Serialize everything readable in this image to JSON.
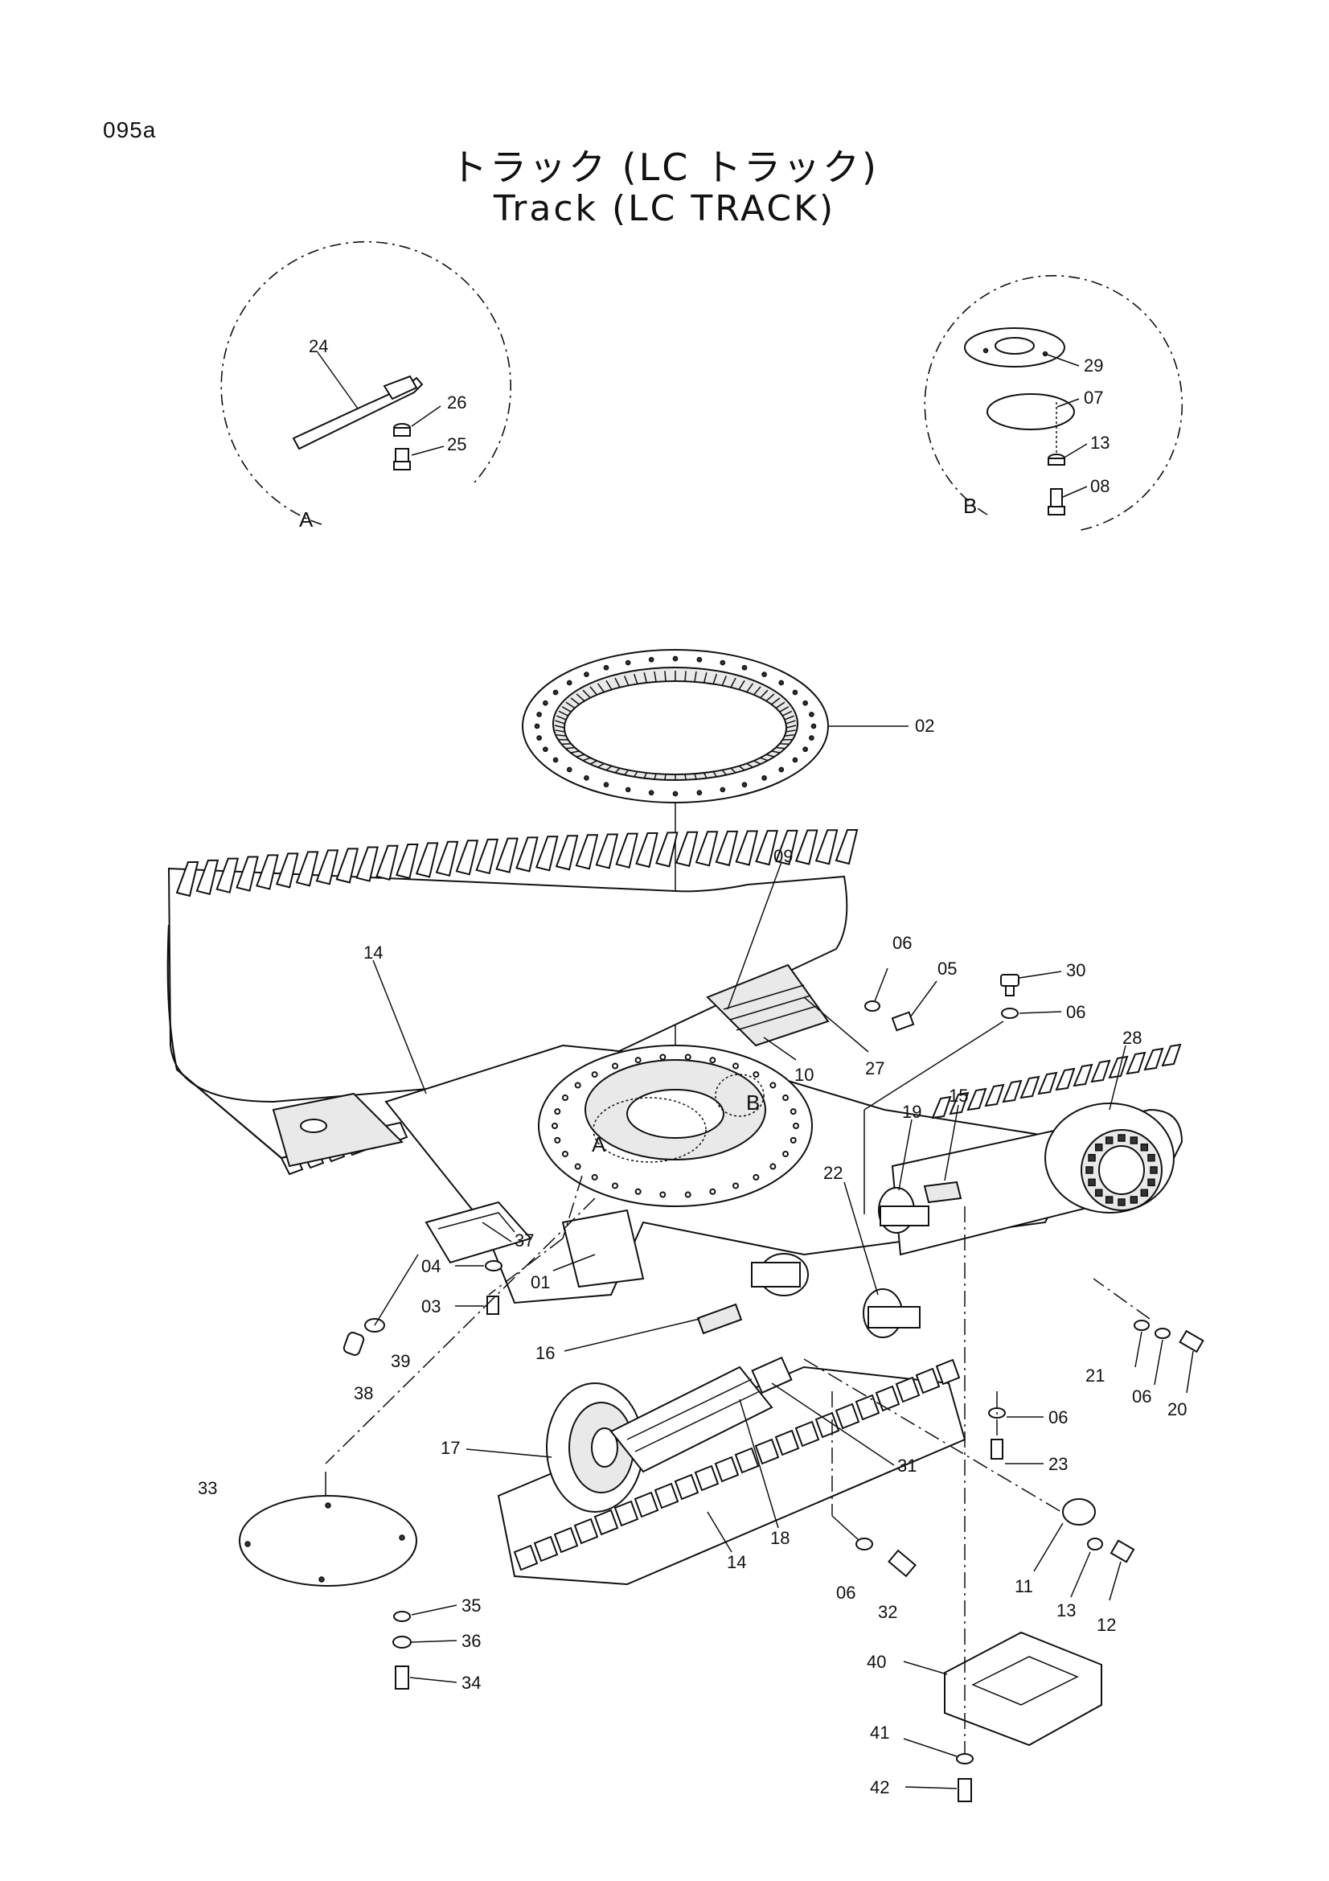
{
  "header": {
    "page_code": "095a",
    "title_jp": "トラック (LC トラック)",
    "title_en": "Track (LC TRACK)"
  },
  "detail_a": {
    "letter": "A",
    "parts": [
      "24",
      "26",
      "25"
    ]
  },
  "detail_b": {
    "letter": "B",
    "parts": [
      "29",
      "07",
      "13",
      "08"
    ]
  },
  "main": {
    "labels": {
      "p02": "02",
      "p09": "09",
      "p14a": "14",
      "p06a": "06",
      "p05": "05",
      "p30": "30",
      "p06b": "06",
      "p28": "28",
      "p27": "27",
      "p10": "10",
      "p19": "19",
      "p15": "15",
      "pA": "A",
      "pB": "B",
      "p22": "22",
      "p37": "37",
      "p04": "04",
      "p01": "01",
      "p03": "03",
      "p39": "39",
      "p38": "38",
      "p16": "16",
      "p21": "21",
      "p06c": "06",
      "p20": "20",
      "p06d": "06",
      "p23": "23",
      "p17": "17",
      "p31": "31",
      "p33": "33",
      "p18": "18",
      "p14b": "14",
      "p11": "11",
      "p13": "13",
      "p12": "12",
      "p06e": "06",
      "p32": "32",
      "p35": "35",
      "p36": "36",
      "p34": "34",
      "p40": "40",
      "p41": "41",
      "p42": "42"
    }
  }
}
